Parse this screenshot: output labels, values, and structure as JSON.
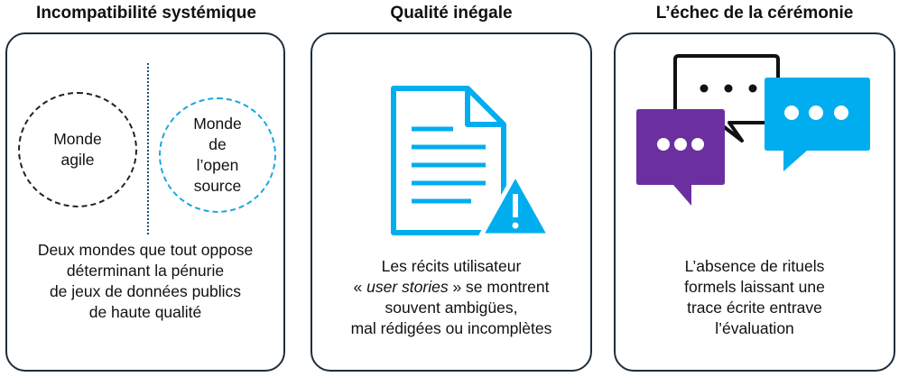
{
  "panels": [
    {
      "title": "Incompatibilité systémique",
      "circle_left": "Monde\nagile",
      "circle_right": "Monde\nde\nl’open\nsource",
      "lines": [
        "Deux mondes que tout oppose",
        "déterminant  la pénurie",
        "de jeux de données publics",
        "de haute qualité"
      ]
    },
    {
      "title": "Qualité inégale",
      "line1": "Les récits utilisateur",
      "line2_open": "« ",
      "line2_em": "user stories",
      "line2_rest": " » se montrent",
      "line3": "souvent ambigües,",
      "line4": "mal rédigées ou incomplètes"
    },
    {
      "title": "L’échec de la cérémonie",
      "lines": [
        "L’absence de rituels",
        "formels laissant une",
        "trace écrite entrave",
        "l’évaluation"
      ]
    }
  ],
  "colors": {
    "border": "#1f2d3a",
    "blue": "#00adef",
    "purple": "#6b2fa0",
    "black": "#111111"
  }
}
